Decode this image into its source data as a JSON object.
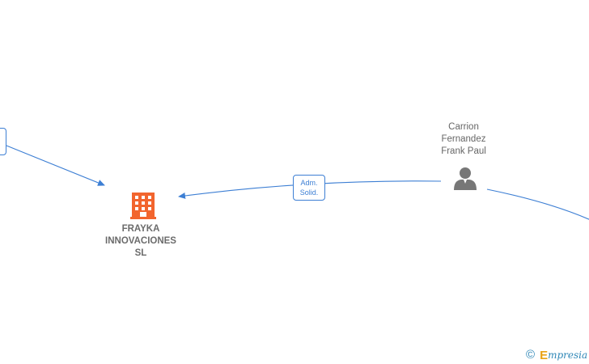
{
  "company": {
    "name_lines": [
      "FRAYKA",
      "INNOVACIONES",
      "SL"
    ],
    "icon": "building-icon",
    "color": "#f2652e"
  },
  "person": {
    "name_lines": [
      "Carrion",
      "Fernandez",
      "Frank Paul"
    ],
    "icon": "person-icon",
    "color": "#777777"
  },
  "relation": {
    "label_lines": [
      "Adm.",
      "Solid."
    ],
    "color": "#3d7fd4"
  },
  "footer": {
    "copyright": "©",
    "brand_initial": "E",
    "brand_rest": "mpresia"
  }
}
